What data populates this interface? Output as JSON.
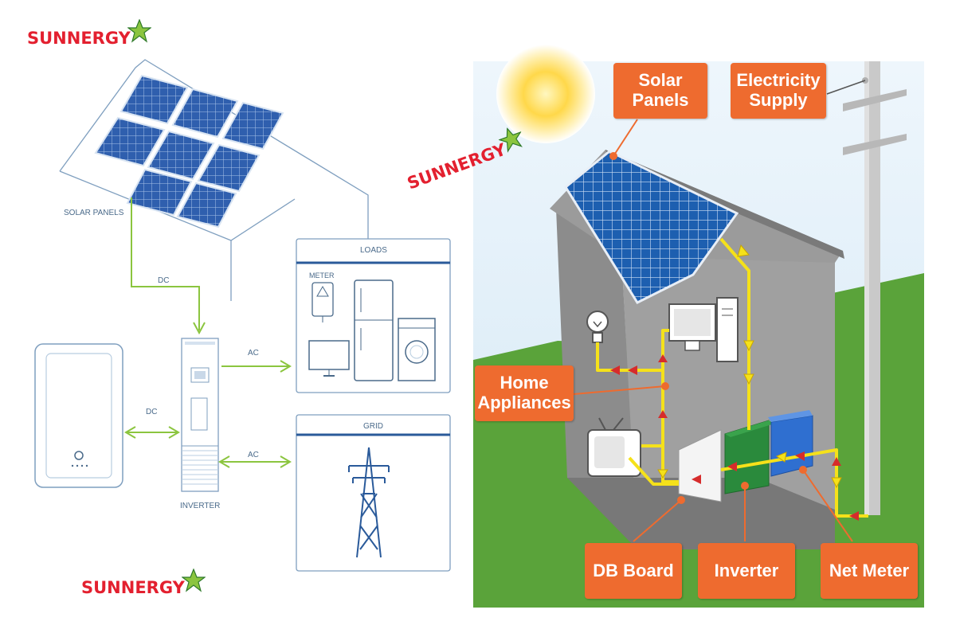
{
  "brand": {
    "name": "SUNNERGY",
    "star_color": "#8bc53f",
    "text_color": "#e3202f"
  },
  "left_diagram": {
    "solar_panels_label": "SOLAR PANELS",
    "dc_top_label": "DC",
    "dc_left_label": "DC",
    "ac_loads_label": "AC",
    "ac_grid_label": "AC",
    "inverter_label": "INVERTER",
    "loads_box_title": "LOADS",
    "meter_label": "METER",
    "grid_box_title": "GRID",
    "line_color": "#8bc53f",
    "outline_color": "#7f9fbf"
  },
  "right_diagram": {
    "callouts": {
      "solar_panels": "Solar Panels",
      "electricity_supply": "Electricity Supply",
      "home_appliances": "Home Appliances",
      "db_board": "DB Board",
      "inverter": "Inverter",
      "net_meter": "Net Meter"
    },
    "callout_color": "#ee6b2f",
    "wire_color": "#f5e11a",
    "arrow_color": "#d62c2c"
  }
}
